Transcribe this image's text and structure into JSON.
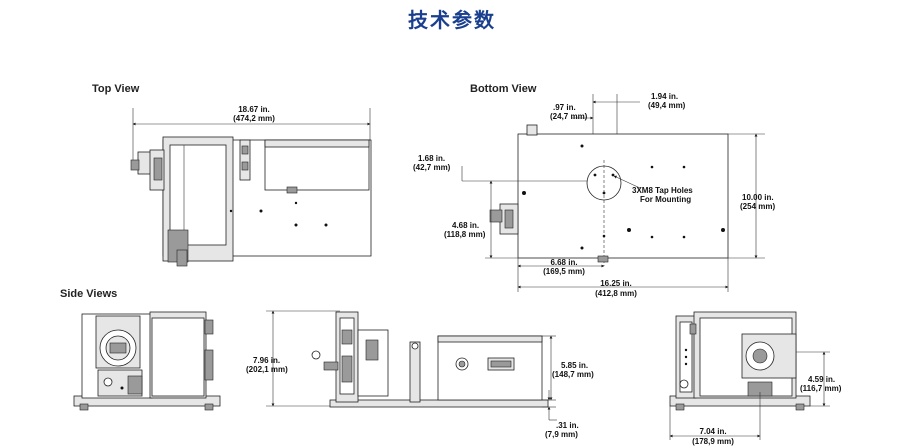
{
  "page": {
    "title": "技术参数"
  },
  "views": {
    "top": "Top View",
    "bottom": "Bottom View",
    "side": "Side Views"
  },
  "dimensions": {
    "top_width": [
      "18.67 in.",
      "(474,2 mm)"
    ],
    "bottom_97": [
      ".97 in.",
      "(24,7 mm)"
    ],
    "bottom_194": [
      "1.94 in.",
      "(49,4 mm)"
    ],
    "bottom_168": [
      "1.68 in.",
      "(42,7 mm)"
    ],
    "bottom_468": [
      "4.68 in.",
      "(118,8 mm)"
    ],
    "bottom_668": [
      "6.68 in.",
      "(169,5 mm)"
    ],
    "bottom_1625": [
      "16.25 in.",
      "(412,8 mm)"
    ],
    "bottom_1000": [
      "10.00 in.",
      "(254 mm)"
    ],
    "side_796": [
      "7.96 in.",
      "(202,1 mm)"
    ],
    "side_585": [
      "5.85 in.",
      "(148,7 mm)"
    ],
    "side_31": [
      ".31 in.",
      "(7,9 mm)"
    ],
    "side_459": [
      "4.59 in.",
      "(116,7 mm)"
    ],
    "side_704": [
      "7.04 in.",
      "(178,9 mm)"
    ]
  },
  "annotations": {
    "tap_holes": [
      "3XM8 Tap Holes",
      "For Mounting"
    ]
  }
}
